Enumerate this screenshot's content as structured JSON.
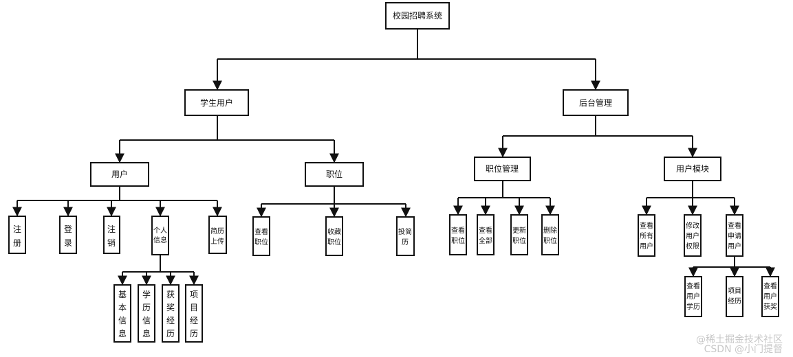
{
  "diagram": {
    "root": "校园招聘系统",
    "student": {
      "title": "学生用户",
      "user": {
        "title": "用户",
        "register": [
          "注",
          "册"
        ],
        "login": [
          "登",
          "录"
        ],
        "logout": [
          "注",
          "销"
        ],
        "personal": {
          "title": [
            "个人",
            "信息"
          ],
          "basic": [
            "基",
            "本",
            "信",
            "息"
          ],
          "education": [
            "学",
            "历",
            "信",
            "息"
          ],
          "awards": [
            "获",
            "奖",
            "经",
            "历"
          ],
          "projects": [
            "项",
            "目",
            "经",
            "历"
          ]
        },
        "resume_upload": [
          "简历",
          "上传"
        ]
      },
      "job": {
        "title": "职位",
        "view": [
          "查看",
          "职位"
        ],
        "favorite": [
          "收藏",
          "职位"
        ],
        "apply": [
          "投简",
          "历"
        ]
      }
    },
    "admin": {
      "title": "后台管理",
      "job_mgmt": {
        "title": "职位管理",
        "view": [
          "查看",
          "职位"
        ],
        "view_all": [
          "查看",
          "全部"
        ],
        "update": [
          "更新",
          "职位"
        ],
        "delete": [
          "删除",
          "职位"
        ]
      },
      "user_module": {
        "title": "用户模块",
        "view_all_users": [
          "查看",
          "所有",
          "用户"
        ],
        "modify_perm": [
          "修改",
          "用户",
          "权限"
        ],
        "view_applicants": {
          "title": [
            "查看",
            "申请",
            "用户"
          ],
          "education": [
            "查看",
            "用户",
            "学历"
          ],
          "projects": [
            "项目",
            "经历"
          ],
          "awards": [
            "查看",
            "用户",
            "获奖"
          ]
        }
      }
    }
  },
  "watermark": "CSDN @小门提督",
  "watermark2": "@稀土掘金技术社区"
}
